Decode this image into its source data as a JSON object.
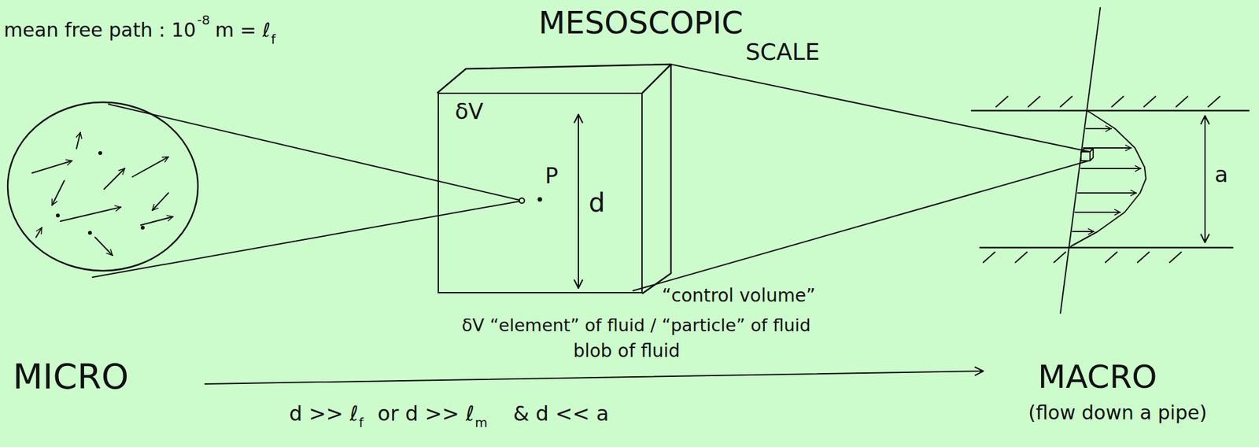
{
  "diagram": {
    "nodes": [
      {
        "text": [
          "δV",
          "P",
          "d"
        ]
      }
    ],
    "labels": [
      "mean free path : 10",
      "-8",
      "m = ℓ",
      "f",
      "MESOSCOPIC",
      "SCALE",
      "“control volume”",
      "δV “element” of fluid / “particle” of fluid",
      "blob of fluid",
      "MICRO",
      "MACRO",
      "(flow down a pipe)",
      "d >> ℓ",
      "f",
      "or  d >> ℓ",
      "m",
      "&   d << a",
      "a"
    ]
  }
}
